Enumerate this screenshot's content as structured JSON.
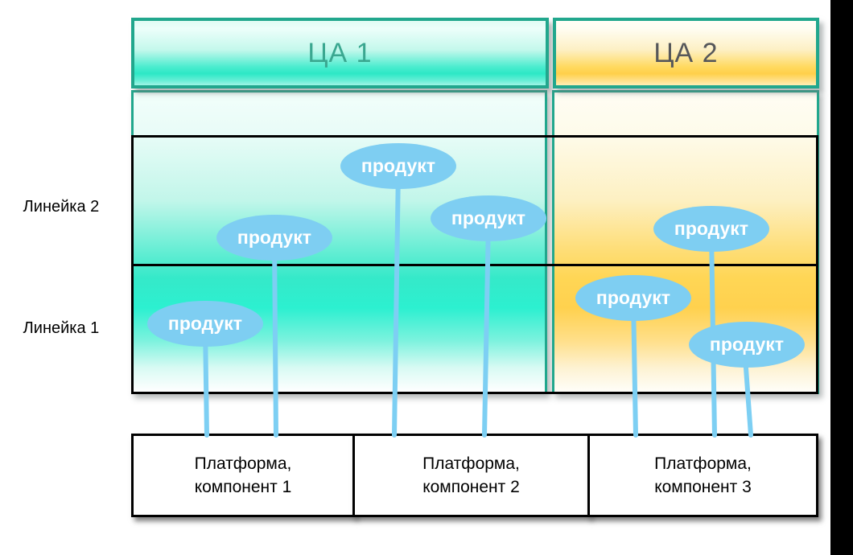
{
  "diagram": {
    "columns": [
      {
        "label": "ЦА 1"
      },
      {
        "label": "ЦА 2"
      }
    ],
    "rows": [
      {
        "label": "Линейка 2"
      },
      {
        "label": "Линейка 1"
      }
    ],
    "products": [
      {
        "label": "продукт"
      },
      {
        "label": "продукт"
      },
      {
        "label": "продукт"
      },
      {
        "label": "продукт"
      },
      {
        "label": "продукт"
      },
      {
        "label": "продукт"
      },
      {
        "label": "продукт"
      }
    ],
    "platforms": [
      {
        "line1": "Платформа,",
        "line2": "компонент 1"
      },
      {
        "line1": "Платформа,",
        "line2": "компонент 2"
      },
      {
        "line1": "Платформа,",
        "line2": "компонент 3"
      }
    ],
    "colors": {
      "teal_border": "#21a78d",
      "teal_accent": "#2cf0d0",
      "yellow_accent": "#ffd14e",
      "product_blue": "#7ecef2",
      "connector_blue": "#7dcff3",
      "header1_text": "#3aa790",
      "header2_text": "#56575a",
      "row_border": "#000000"
    }
  }
}
